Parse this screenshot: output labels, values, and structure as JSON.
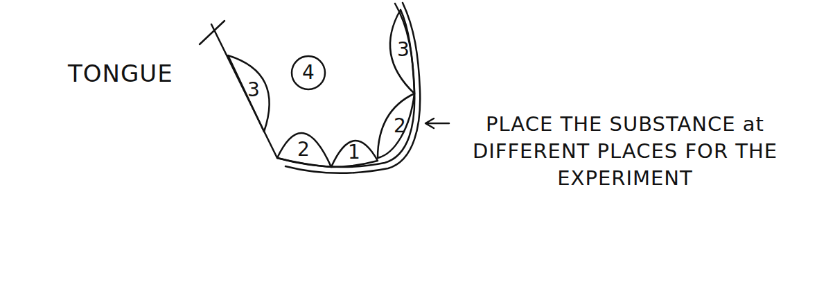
{
  "diagram": {
    "nodes": [
      {
        "text": [
          "3"
        ]
      },
      {
        "text": [
          "4"
        ]
      },
      {
        "text": [
          "3"
        ]
      },
      {
        "text": [
          "2"
        ]
      },
      {
        "text": [
          "2"
        ]
      },
      {
        "text": [
          "1"
        ]
      }
    ],
    "labels": [
      "TONGUE",
      "PLACE THE SUBSTANCE at DIFFERENT PLACES FOR THE EXPERIMENT"
    ]
  }
}
